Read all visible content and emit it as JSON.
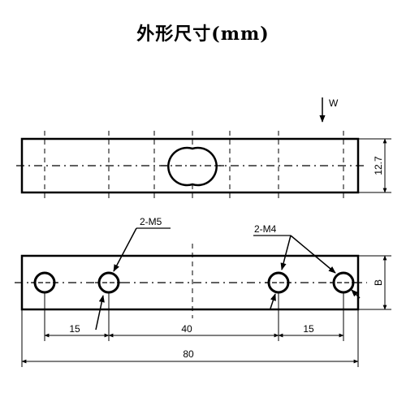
{
  "title": "外形尺寸(mm)",
  "labels": {
    "load": "W",
    "height_dim": "12.7",
    "width_dim": "B",
    "m5_callout": "2-M5",
    "m4_callout": "2-M4",
    "dim_left": "15",
    "dim_middle": "40",
    "dim_right": "15",
    "dim_total": "80"
  }
}
